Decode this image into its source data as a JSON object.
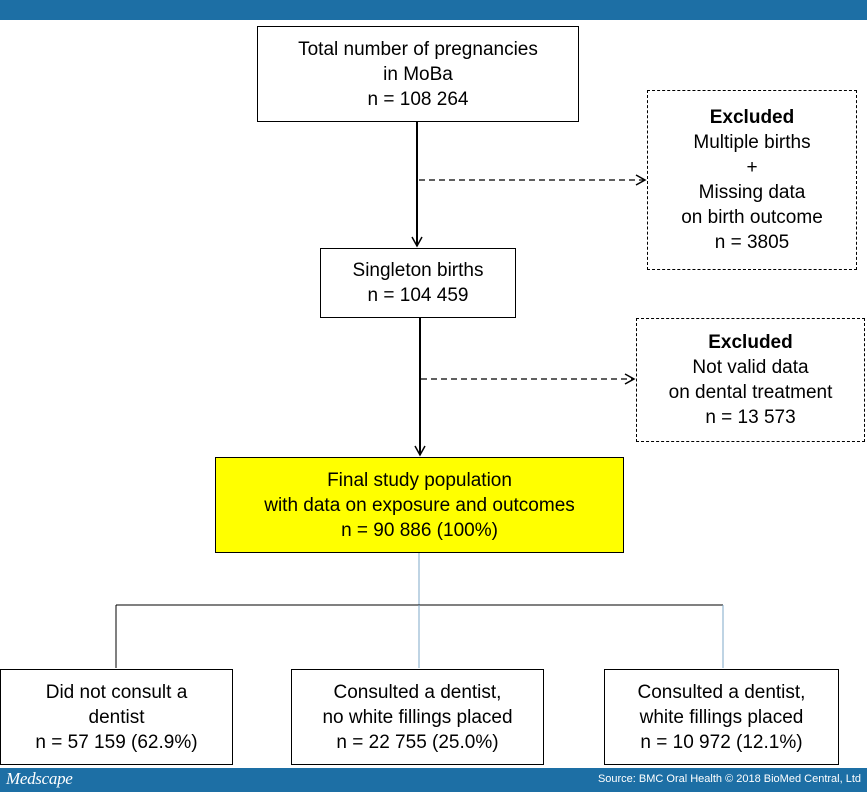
{
  "header": {
    "bar_color": "#1d6fa5"
  },
  "diagram": {
    "total": {
      "line1": "Total number of pregnancies",
      "line2": "in MoBa",
      "line3": "n = 108 264"
    },
    "excluded1": {
      "title": "Excluded",
      "line1": "Multiple births",
      "line2": "+",
      "line3": "Missing data",
      "line4": "on birth outcome",
      "line5": "n = 3805"
    },
    "singleton": {
      "line1": "Singleton births",
      "line2": "n = 104 459"
    },
    "excluded2": {
      "title": "Excluded",
      "line1": "Not valid data",
      "line2": "on dental treatment",
      "line3": "n = 13 573"
    },
    "final": {
      "line1": "Final study population",
      "line2": "with data on exposure and outcomes",
      "line3": "n = 90 886 (100%)",
      "fill_color": "#ffff00"
    },
    "group1": {
      "line1": "Did not consult a",
      "line2": "dentist",
      "line3": "n = 57 159 (62.9%)"
    },
    "group2": {
      "line1": "Consulted a dentist,",
      "line2": "no white fillings placed",
      "line3": "n = 22 755 (25.0%)"
    },
    "group3": {
      "line1": "Consulted a dentist,",
      "line2": "white fillings placed",
      "line3": "n = 10 972 (12.1%)"
    }
  },
  "footer": {
    "brand": "Medscape",
    "source": "Source: BMC Oral Health © 2018 BioMed Central, Ltd"
  }
}
